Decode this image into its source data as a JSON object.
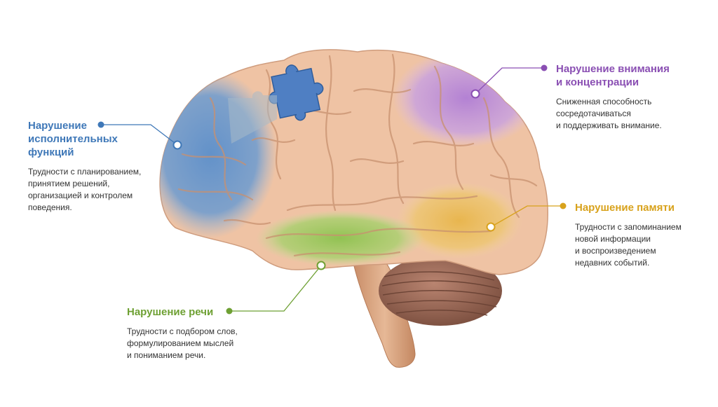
{
  "colors": {
    "executive": "#3f78b8",
    "attention": "#8a4fb3",
    "memory": "#d8a21c",
    "speech": "#6ea033",
    "brain_base": "#efc3a4",
    "cerebellum": "#9b6a55",
    "stem": "#d7a07d",
    "puzzle": "#4f7fc3"
  },
  "icons": {
    "executive": "dot-connector-icon",
    "attention": "dot-connector-icon",
    "memory": "dot-connector-icon",
    "speech": "dot-connector-icon",
    "puzzle": "puzzle-piece-icon"
  },
  "executive": {
    "title_lines": [
      "Нарушение",
      "исполнительных",
      "функций"
    ],
    "desc_lines": [
      "Трудности с планированием,",
      "принятием решений,",
      "организацией и контролем",
      "поведения."
    ]
  },
  "attention": {
    "title_lines": [
      "Нарушение внимания",
      "и концентрации"
    ],
    "desc_lines": [
      "Сниженная способность",
      "сосредотачиваться",
      "и поддерживать внимание."
    ]
  },
  "memory": {
    "title_lines": [
      "Нарушение памяти"
    ],
    "desc_lines": [
      "Трудности с запоминанием",
      "новой информации",
      "и воспроизведением",
      "недавних событий."
    ]
  },
  "speech": {
    "title_lines": [
      "Нарушение речи"
    ],
    "desc_lines": [
      "Трудности с подбором слов,",
      "формулированием мыслей",
      "и пониманием речи."
    ]
  }
}
